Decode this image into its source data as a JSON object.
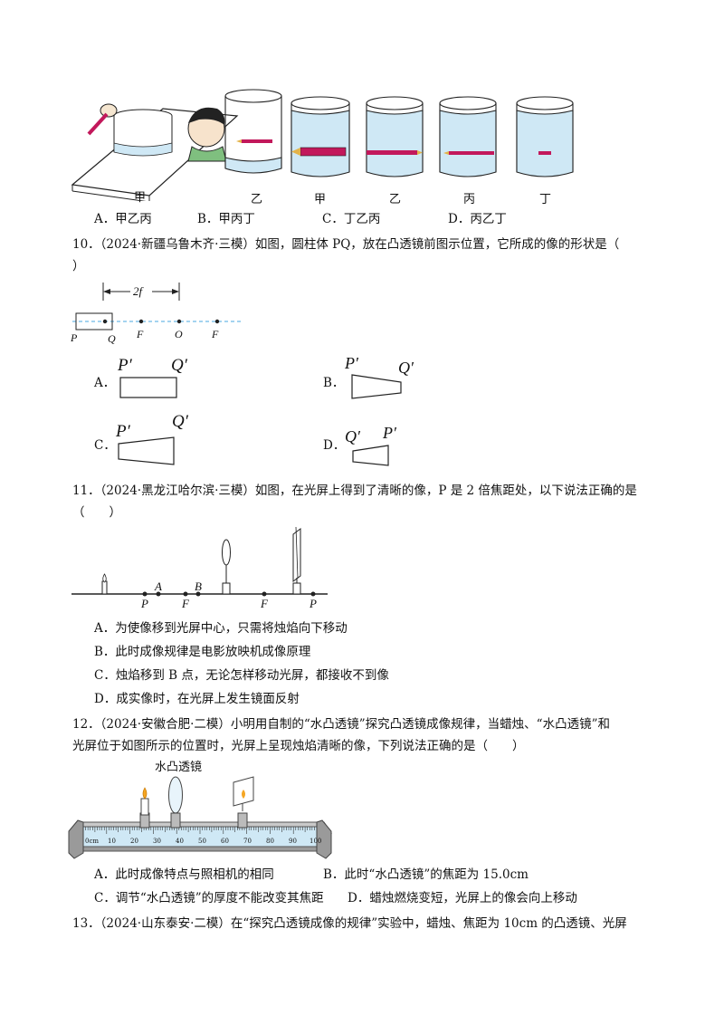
{
  "q9": {
    "fig_labels": [
      "甲",
      "乙",
      "甲",
      "乙",
      "丙",
      "丁"
    ],
    "options": [
      "A．甲乙丙",
      "B．甲丙丁",
      "C．丁乙丙",
      "D．丙乙丁"
    ]
  },
  "q10": {
    "stem_line1": "10．（2024·新疆乌鲁木齐·三模）如图，圆柱体 PQ，放在凸透镜前图示位置，它所成的像的形状是（",
    "stem_line2": "）",
    "fig": {
      "dim": "2f",
      "labels": [
        "P",
        "Q",
        "F",
        "O",
        "F"
      ]
    },
    "options": [
      {
        "letter": "A．",
        "l1": "P′",
        "l2": "Q′"
      },
      {
        "letter": "B．",
        "l1": "P′",
        "l2": "Q′"
      },
      {
        "letter": "C．",
        "l1": "P′",
        "l2": "Q′"
      },
      {
        "letter": "D．",
        "l1": "Q′",
        "l2": "P′"
      }
    ]
  },
  "q11": {
    "stem_line1": "11．（2024·黑龙江哈尔滨·三模）如图，在光屏上得到了清晰的像，P 是 2 倍焦距处，以下说法正确的是",
    "stem_line2": "（　　）",
    "fig": {
      "labels": [
        "P",
        "A",
        "F",
        "B",
        "F",
        "P"
      ]
    },
    "options": [
      "A．为使像移到光屏中心，只需将烛焰向下移动",
      "B．此时成像规律是电影放映机成像原理",
      "C．烛焰移到 B 点，无论怎样移动光屏，都接收不到像",
      "D．成实像时，在光屏上发生镜面反射"
    ]
  },
  "q12": {
    "stem_line1": "12．（2024·安徽合肥·二模）小明用自制的“水凸透镜”探究凸透镜成像规律，当蜡烛、“水凸透镜”和",
    "stem_line2": "光屏位于如图所示的位置时，光屏上呈现烛焰清晰的像，下列说法正确的是（　　）",
    "fig": {
      "lens_label": "水凸透镜",
      "ruler_labels": [
        "0cm",
        "10",
        "20",
        "30",
        "40",
        "50",
        "60",
        "70",
        "80",
        "90",
        "100"
      ]
    },
    "options": [
      "A．此时成像特点与照相机的相同",
      "B．此时“水凸透镜”的焦距为 15.0cm",
      "C．调节“水凸透镜”的厚度不能改变其焦距",
      "D．蜡烛燃烧变短，光屏上的像会向上移动"
    ]
  },
  "q13": {
    "stem_line1": "13．（2024·山东泰安·二模）在“探究凸透镜成像的规律”实验中，蜡烛、焦距为 10cm 的凸透镜、光屏"
  },
  "colors": {
    "water": "#cfe8f5",
    "pencil": "#c2185b",
    "dash": "#4aa8e0",
    "rail": "#8a8a8a"
  }
}
